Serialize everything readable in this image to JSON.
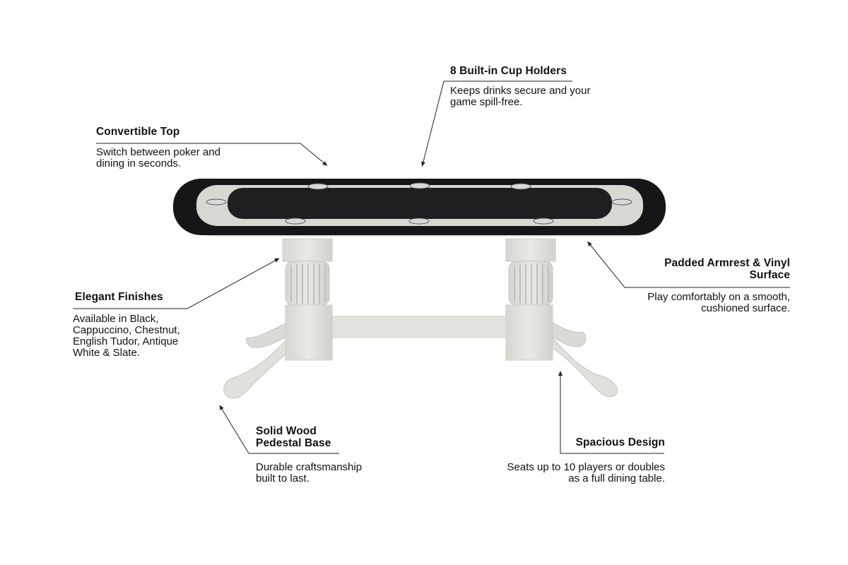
{
  "callouts": {
    "cup_holders": {
      "title": "8 Built-in Cup Holders",
      "desc_lines": [
        "Keeps drinks secure and your",
        "game spill-free."
      ]
    },
    "convertible_top": {
      "title": "Convertible Top",
      "desc_lines": [
        "Switch between poker and",
        "dining in seconds."
      ]
    },
    "padded_armrest": {
      "title_lines": [
        "Padded Armrest & Vinyl",
        "Surface"
      ],
      "desc_lines": [
        "Play comfortably on a smooth,",
        "cushioned surface."
      ]
    },
    "elegant_finishes": {
      "title": "Elegant Finishes",
      "desc_lines": [
        "Available in Black,",
        "Cappuccino, Chestnut,",
        "English Tudor, Antique",
        "White & Slate."
      ]
    },
    "solid_wood": {
      "title_lines": [
        "Solid Wood",
        "Pedestal Base"
      ],
      "desc_lines": [
        "Durable craftsmanship",
        "built to last."
      ]
    },
    "spacious_design": {
      "title": "Spacious Design",
      "desc_lines": [
        "Seats up to 10 players or doubles",
        "as a full dining table."
      ]
    }
  },
  "colors": {
    "felt": "#1c1c1e",
    "armrest": "#161618",
    "wood": "#e2e0db",
    "wood_shadow": "#c9c7c2",
    "leader": "#222222"
  },
  "icons": {
    "table": "poker-table-illustration",
    "cupholder": "cupholder-icon"
  }
}
